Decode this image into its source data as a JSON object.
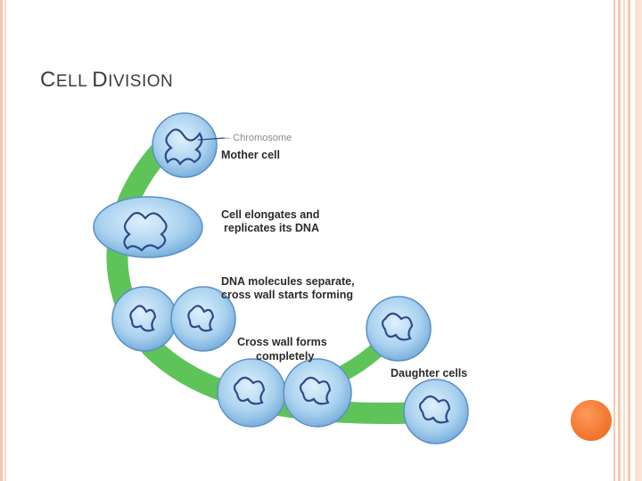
{
  "slide": {
    "title_parts": [
      "C",
      "ELL ",
      "D",
      "IVISION"
    ]
  },
  "diagram": {
    "labels": {
      "chromosome": "– Chromosome",
      "mother_cell": "Mother cell",
      "elongates_1": "Cell elongates and",
      "elongates_2": "replicates its DNA",
      "separate_1": "DNA molecules separate,",
      "separate_2": "cross wall starts forming",
      "crosswall_1": "Cross wall forms",
      "crosswall_2": "completely",
      "daughter": "Daughter cells"
    }
  },
  "colors": {
    "arc_green": "#5ec45a",
    "cell_fill": "#9ccbec",
    "cell_edge": "#5c8fc4",
    "dna": "#2f4a8a",
    "accent_orange": "#f47a32",
    "deco_peach": "#f6c6ac"
  }
}
